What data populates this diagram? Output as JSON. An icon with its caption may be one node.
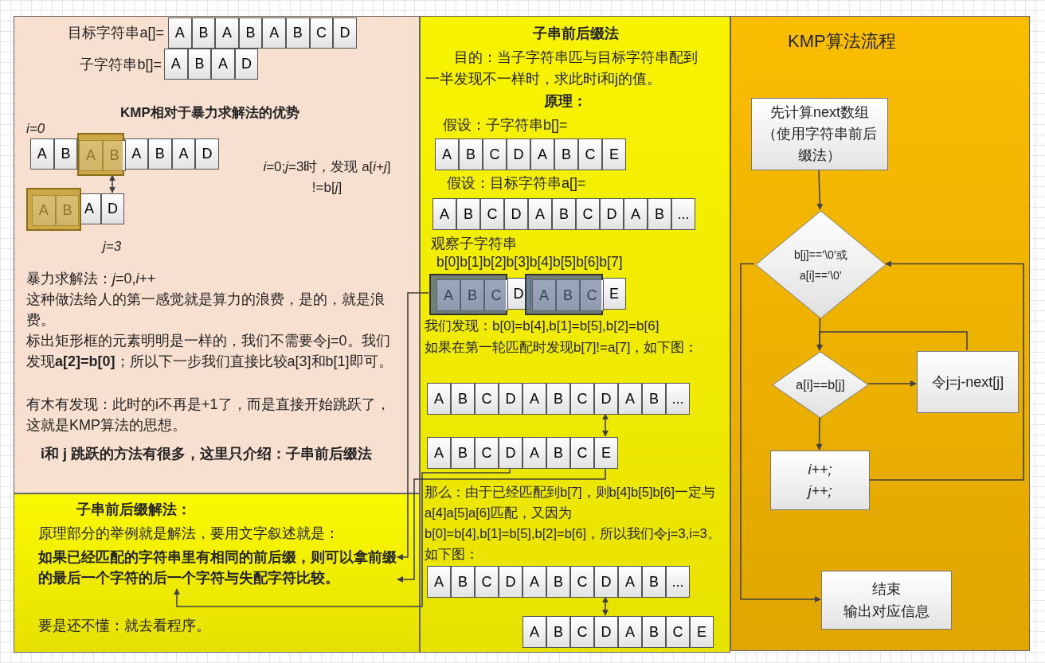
{
  "diagram": {
    "nodes": [
      {
        "text": [
          "目标字符串a[]=",
          "子字符串b[]=",
          "KMP相对于暴力求解法的优势",
          "i=0",
          "*i*=0;*j*=3时，发现 a[*i*+*j*] !=b[*j*]",
          "j=3",
          "暴力求解法：*j*=0,*i*++",
          "这种做法给人的第一感觉就是算力的浪费，是的，就是浪费。",
          "标出矩形框的元素明明是一样的，我们不需要令j=0。我们发现**a[2]=b[0]**；所以下一步我们直接比较a[3]和b[1]即可。",
          "有木有发现：此时的i不再是+1了，而是直接开始跳跃了，这就是KMP算法的思想。",
          "i和 j 跳跃的方法有很多，这里只介绍：子串前后缀法"
        ]
      },
      {
        "text": [
          "A"
        ],
        "in": 0
      },
      {
        "text": [
          "B"
        ],
        "in": 0
      },
      {
        "text": [
          "A"
        ],
        "in": 0
      },
      {
        "text": [
          "B"
        ],
        "in": 0
      },
      {
        "text": [
          "A"
        ],
        "in": 0
      },
      {
        "text": [
          "B"
        ],
        "in": 0
      },
      {
        "text": [
          "C"
        ],
        "in": 0
      },
      {
        "text": [
          "D"
        ],
        "in": 0
      },
      {
        "text": [
          "A"
        ],
        "in": 0
      },
      {
        "text": [
          "B"
        ],
        "in": 0
      },
      {
        "text": [
          "A"
        ],
        "in": 0
      },
      {
        "text": [
          "D"
        ],
        "in": 0
      },
      {
        "text": [
          "A"
        ],
        "in": 0
      },
      {
        "text": [
          "B"
        ],
        "in": 0
      },
      {
        "text": [
          "A"
        ],
        "in": 25
      },
      {
        "text": [
          "B"
        ],
        "in": 25
      },
      {
        "text": [
          "A"
        ],
        "in": 0
      },
      {
        "text": [
          "B"
        ],
        "in": 0
      },
      {
        "text": [
          "A"
        ],
        "in": 0
      },
      {
        "text": [
          "D"
        ],
        "in": 0
      },
      {
        "text": [
          "A"
        ],
        "in": 26
      },
      {
        "text": [
          "B"
        ],
        "in": 26
      },
      {
        "text": [
          "A"
        ],
        "in": 0
      },
      {
        "text": [
          "D"
        ],
        "in": 0
      },
      {
        "text": [],
        "shape": "box",
        "in": 0
      },
      {
        "text": [],
        "shape": "box",
        "in": 0
      },
      {
        "text": [
          "子串前后缀法",
          "目的：当子字符串匹与目标字符串配到一半发现不一样时，求此时i和j的值。",
          "原理：",
          "假设：子字符串b[]=",
          "假设：目标字符串a[]=",
          "观察子字符串",
          "b[0]b[1]b[2]b[3]b[4]b[5]b[6]b[7]",
          "我们发现：b[0]=b[4],b[1]=b[5],b[2]=b[6]",
          "如果在第一轮匹配时发现b[7]!=a[7]，如下图：",
          "那么：由于已经匹配到b[7]，则b[4]b[5]b[6]一定与a[4]a[5]a[6]匹配，又因为b[0]=b[4],b[1]=b[5],b[2]=b[6]，所以我们令j=3,i=3。如下图："
        ]
      },
      {
        "text": [
          "A"
        ],
        "in": 27
      },
      {
        "text": [
          "B"
        ],
        "in": 27
      },
      {
        "text": [
          "C"
        ],
        "in": 27
      },
      {
        "text": [
          "D"
        ],
        "in": 27
      },
      {
        "text": [
          "A"
        ],
        "in": 27
      },
      {
        "text": [
          "B"
        ],
        "in": 27
      },
      {
        "text": [
          "C"
        ],
        "in": 27
      },
      {
        "text": [
          "E"
        ],
        "in": 27
      },
      {
        "text": [
          "A"
        ],
        "in": 27
      },
      {
        "text": [
          "B"
        ],
        "in": 27
      },
      {
        "text": [
          "C"
        ],
        "in": 27
      },
      {
        "text": [
          "D"
        ],
        "in": 27
      },
      {
        "text": [
          "A"
        ],
        "in": 27
      },
      {
        "text": [
          "B"
        ],
        "in": 27
      },
      {
        "text": [
          "C"
        ],
        "in": 27
      },
      {
        "text": [
          "D"
        ],
        "in": 27
      },
      {
        "text": [
          "A"
        ],
        "in": 27
      },
      {
        "text": [
          "B"
        ],
        "in": 27
      },
      {
        "text": [
          "..."
        ],
        "in": 27
      },
      {
        "text": [
          "A"
        ],
        "in": 55
      },
      {
        "text": [
          "B"
        ],
        "in": 55
      },
      {
        "text": [
          "C"
        ],
        "in": 55
      },
      {
        "text": [
          "D"
        ],
        "in": 27
      },
      {
        "text": [
          "A"
        ],
        "in": 56
      },
      {
        "text": [
          "B"
        ],
        "in": 56
      },
      {
        "text": [
          "C"
        ],
        "in": 56
      },
      {
        "text": [
          "E"
        ],
        "in": 27
      },
      {
        "text": [],
        "shape": "box",
        "in": 27
      },
      {
        "text": [],
        "shape": "box",
        "in": 27
      },
      {
        "text": [
          "A"
        ],
        "in": 27
      },
      {
        "text": [
          "B"
        ],
        "in": 27
      },
      {
        "text": [
          "C"
        ],
        "in": 27
      },
      {
        "text": [
          "D"
        ],
        "in": 27
      },
      {
        "text": [
          "A"
        ],
        "in": 27
      },
      {
        "text": [
          "B"
        ],
        "in": 27
      },
      {
        "text": [
          "C"
        ],
        "in": 27
      },
      {
        "text": [
          "D"
        ],
        "in": 27
      },
      {
        "text": [
          "A"
        ],
        "in": 27
      },
      {
        "text": [
          "B"
        ],
        "in": 27
      },
      {
        "text": [
          "..."
        ],
        "in": 27
      },
      {
        "text": [
          "A"
        ],
        "in": 27
      },
      {
        "text": [
          "B"
        ],
        "in": 27
      },
      {
        "text": [
          "C"
        ],
        "in": 27
      },
      {
        "text": [
          "D"
        ],
        "in": 27
      },
      {
        "text": [
          "A"
        ],
        "in": 27
      },
      {
        "text": [
          "B"
        ],
        "in": 27
      },
      {
        "text": [
          "C"
        ],
        "in": 27
      },
      {
        "text": [
          "E"
        ],
        "in": 27
      },
      {
        "text": [
          "A"
        ],
        "in": 27
      },
      {
        "text": [
          "B"
        ],
        "in": 27
      },
      {
        "text": [
          "C"
        ],
        "in": 27
      },
      {
        "text": [
          "D"
        ],
        "in": 27
      },
      {
        "text": [
          "A"
        ],
        "in": 27
      },
      {
        "text": [
          "B"
        ],
        "in": 27
      },
      {
        "text": [
          "C"
        ],
        "in": 27
      },
      {
        "text": [
          "D"
        ],
        "in": 27
      },
      {
        "text": [
          "A"
        ],
        "in": 27
      },
      {
        "text": [
          "B"
        ],
        "in": 27
      },
      {
        "text": [
          "..."
        ],
        "in": 27
      },
      {
        "text": [
          "A"
        ],
        "in": 27
      },
      {
        "text": [
          "B"
        ],
        "in": 27
      },
      {
        "text": [
          "C"
        ],
        "in": 27
      },
      {
        "text": [
          "D"
        ],
        "in": 27
      },
      {
        "text": [
          "A"
        ],
        "in": 27
      },
      {
        "text": [
          "B"
        ],
        "in": 27
      },
      {
        "text": [
          "C"
        ],
        "in": 27
      },
      {
        "text": [
          "E"
        ],
        "in": 27
      },
      {
        "text": [
          "子串前后缀解法：",
          "原理部分的举例就是解法，要用文字叙述就是：",
          "要是还不懂：就去看程序。"
        ]
      },
      {
        "text": [
          "如果已经匹配的字符串里有相同的前后缀，则可以拿前缀的最后一个字符的后一个字符与失配字符比较。"
        ],
        "in": 95
      },
      {
        "text": [
          "KMP算法流程"
        ]
      },
      {
        "text": [
          "先计算next数组（使用字符串前后缀法）"
        ],
        "in": 97
      },
      {
        "text": [
          "b[j]==’\\0’或",
          "a[i]==’\\0’"
        ],
        "in": 97
      },
      {
        "text": [
          "a[i]==b[j]"
        ],
        "in": 97
      },
      {
        "text": [
          "令j=j-next[j]"
        ],
        "in": 97
      },
      {
        "text": [
          "i++;",
          "j++;"
        ],
        "in": 97
      },
      {
        "text": [
          "结束",
          "输出对应信息"
        ],
        "in": 97
      }
    ],
    "edges": [
      {
        "from": 25,
        "to": 24,
        "arrow": "both"
      },
      {
        "from": 55,
        "to": 96,
        "arrow": "to"
      },
      {
        "from": 64,
        "to": 75,
        "arrow": "both"
      },
      {
        "from": 75,
        "to": 96,
        "arrow": "to"
      },
      {
        "from": 71,
        "to": 96,
        "arrow": "to"
      },
      {
        "from": 83,
        "to": 90,
        "arrow": "both"
      },
      {
        "from": 98,
        "to": 99,
        "arrow": "to"
      },
      {
        "from": 99,
        "to": 100,
        "arrow": "to"
      },
      {
        "from": 100,
        "to": 101,
        "arrow": "to"
      },
      {
        "from": 101,
        "to": 100,
        "arrow": "to"
      },
      {
        "from": 100,
        "to": 102,
        "arrow": "to"
      },
      {
        "from": 102,
        "to": 99,
        "arrow": "to"
      },
      {
        "from": 99,
        "to": 103,
        "arrow": "to"
      }
    ]
  }
}
